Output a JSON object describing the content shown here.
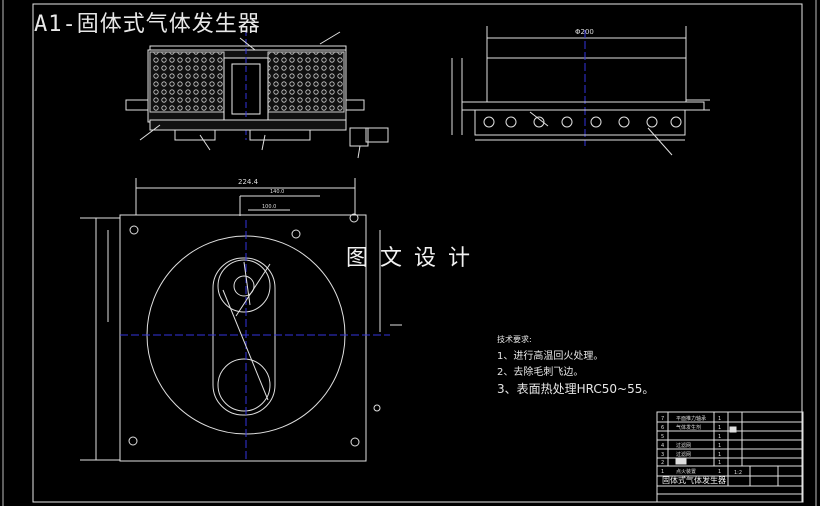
{
  "sheet": {
    "title": "A1-固体式气体发生器",
    "watermark": "图文设计"
  },
  "dimensions": {
    "top_width": "Φ200",
    "plan_width": "224.4",
    "plan_offset": "140.0",
    "plan_inner": "100.0"
  },
  "tech_notes": {
    "heading": "技术要求:",
    "items": [
      "1、进行高温回火处理。",
      "2、去除毛刺飞边。",
      "3、表面热处理HRC50~55。"
    ]
  },
  "title_block": {
    "product_name": "固体式气体发生器",
    "scale": "1:2",
    "bom_rows": [
      {
        "no": "7",
        "name": "平面推力轴承",
        "qty": "1"
      },
      {
        "no": "6",
        "name": "气体发生剂",
        "qty": "1"
      },
      {
        "no": "5",
        "name": "",
        "qty": "1"
      },
      {
        "no": "4",
        "name": "过滤网",
        "qty": "1"
      },
      {
        "no": "3",
        "name": "过滤网",
        "qty": "1"
      },
      {
        "no": "2",
        "name": "",
        "qty": "1"
      },
      {
        "no": "1",
        "name": "点火装置",
        "qty": "1"
      }
    ]
  }
}
